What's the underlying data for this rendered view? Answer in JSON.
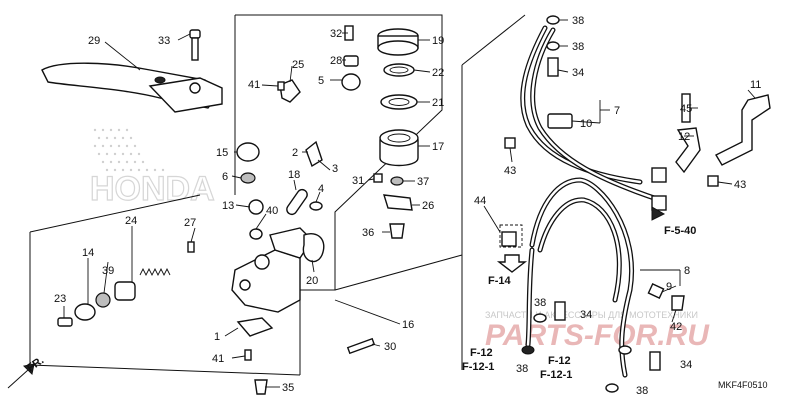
{
  "diagram_code": "MKF4F0510",
  "watermark": {
    "tagline": "ЗАПЧАСТИ И АКСЕССУАРЫ ДЛЯ МОТОТЕХНИКИ",
    "site": "PARTS-FOR.RU",
    "brand": "HONDA"
  },
  "direction_marker": "FR.",
  "references": {
    "f5_40": "F-5-40",
    "f14": "F-14",
    "f12_a": "F-12",
    "f12_1_a": "F-12-1",
    "f12_b": "F-12",
    "f12_1_b": "F-12-1"
  },
  "callouts": {
    "c1": "1",
    "c2": "2",
    "c3": "3",
    "c4": "4",
    "c5": "5",
    "c6": "6",
    "c7": "7",
    "c8": "8",
    "c9": "9",
    "c10": "10",
    "c11": "11",
    "c12": "12",
    "c13": "13",
    "c14": "14",
    "c15": "15",
    "c16": "16",
    "c17": "17",
    "c18": "18",
    "c19": "19",
    "c20": "20",
    "c21": "21",
    "c22": "22",
    "c23": "23",
    "c24": "24",
    "c25": "25",
    "c26": "26",
    "c27": "27",
    "c28": "28",
    "c29": "29",
    "c30": "30",
    "c31": "31",
    "c32": "32",
    "c33": "33",
    "c34a": "34",
    "c34b": "34",
    "c34c": "34",
    "c35": "35",
    "c36": "36",
    "c37": "37",
    "c38a": "38",
    "c38b": "38",
    "c38c": "38",
    "c38d": "38",
    "c38e": "38",
    "c38f": "38",
    "c39": "39",
    "c40": "40",
    "c41a": "41",
    "c41b": "41",
    "c42": "42",
    "c43a": "43",
    "c43b": "43",
    "c44": "44",
    "c45": "45"
  }
}
